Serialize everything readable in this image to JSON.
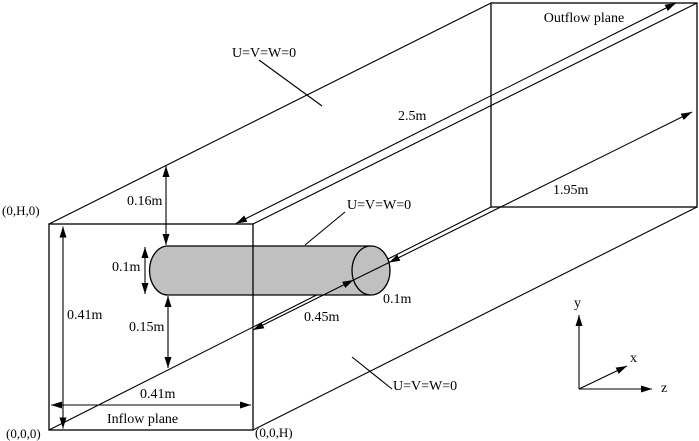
{
  "diagram": {
    "type": "cfd-flow-domain-schematic",
    "outflow_plane_label": "Outflow plane",
    "inflow_plane_label": "Inflow plane",
    "boundary_conditions": {
      "top_wall": "U=V=W=0",
      "cylinder_surface": "U=V=W=0",
      "bottom_wall": "U=V=W=0"
    },
    "dimensions": {
      "total_length": "2.5m",
      "outlet_distance": "1.95m",
      "inlet_distance": "0.45m",
      "top_gap": "0.16m",
      "cylinder_diameter_front": "0.1m",
      "cylinder_diameter_side": "0.1m",
      "bottom_gap": "0.15m",
      "inflow_height": "0.41m",
      "inflow_width": "0.41m"
    },
    "corner_coordinates": {
      "top_left": "(0,H,0)",
      "bottom_left": "(0,0,0)",
      "bottom_right": "(0,0,H)"
    },
    "axes": {
      "x_label": "x",
      "y_label": "y",
      "z_label": "z"
    },
    "colors": {
      "line": "#000000",
      "cylinder_fill": "#c0c0c0",
      "background": "#ffffff"
    }
  }
}
